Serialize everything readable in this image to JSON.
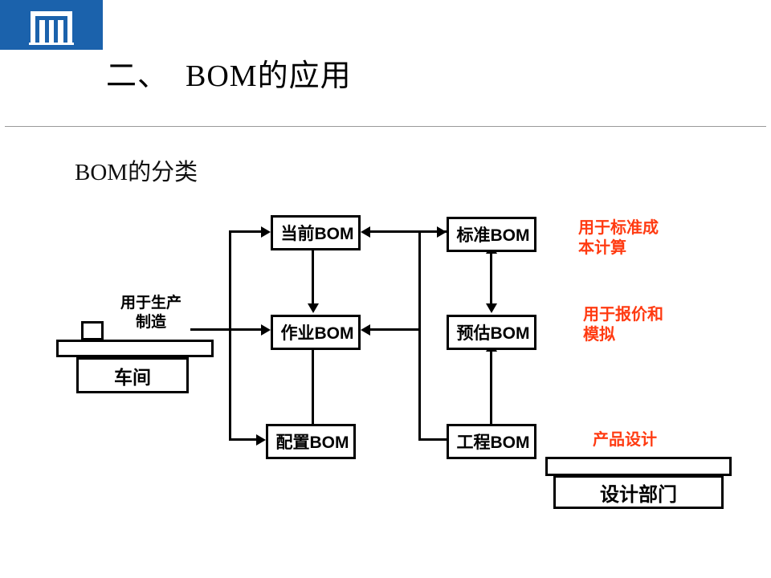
{
  "slide": {
    "logo": {
      "icon": "gate-archway-logo",
      "bg_color": "#1b62ac"
    },
    "title": "二、  BOM的应用",
    "subtitle": "BOM的分类"
  },
  "diagram": {
    "nodes": {
      "current_bom": "当前BOM",
      "work_bom": "作业BOM",
      "config_bom": "配置BOM",
      "standard_bom": "标准BOM",
      "estimate_bom": "预估BOM",
      "engineering_bom": "工程BOM"
    },
    "units": {
      "workshop": "车间",
      "design_dept": "设计部门"
    },
    "labels": {
      "production_use": "用于生产\n制造"
    },
    "notes": [
      {
        "id": "note-standard-cost",
        "text": "用于标准成\n本计算",
        "color": "#ff3b12"
      },
      {
        "id": "note-quote-simulation",
        "text": "用于报价和\n模拟",
        "color": "#ff3b12"
      },
      {
        "id": "note-product-design",
        "text": "产品设计",
        "color": "#ff3b12"
      }
    ]
  }
}
